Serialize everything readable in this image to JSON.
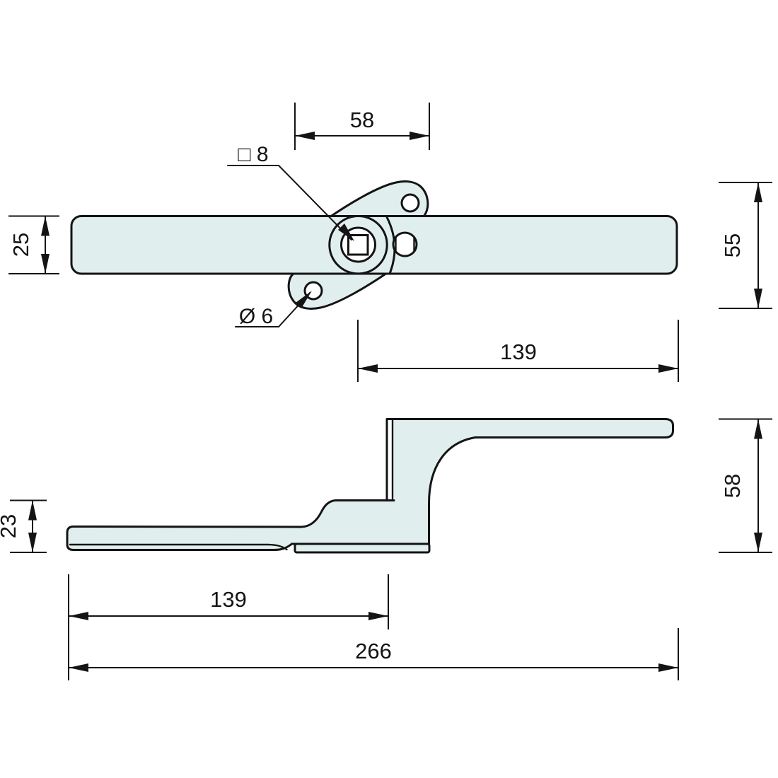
{
  "dimensions": {
    "top_view": {
      "plate_span": "58",
      "lever_width": "25",
      "plate_height": "55",
      "lever_length": "139"
    },
    "side_view": {
      "grip_thickness": "23",
      "overall_height": "58",
      "grip_length": "139",
      "overall_length": "266"
    },
    "callouts": {
      "square_spindle": "□ 8",
      "screw_hole": "Ø 6"
    }
  },
  "colors": {
    "part_fill": "#e0eeee",
    "line": "#141414",
    "background": "#ffffff"
  }
}
